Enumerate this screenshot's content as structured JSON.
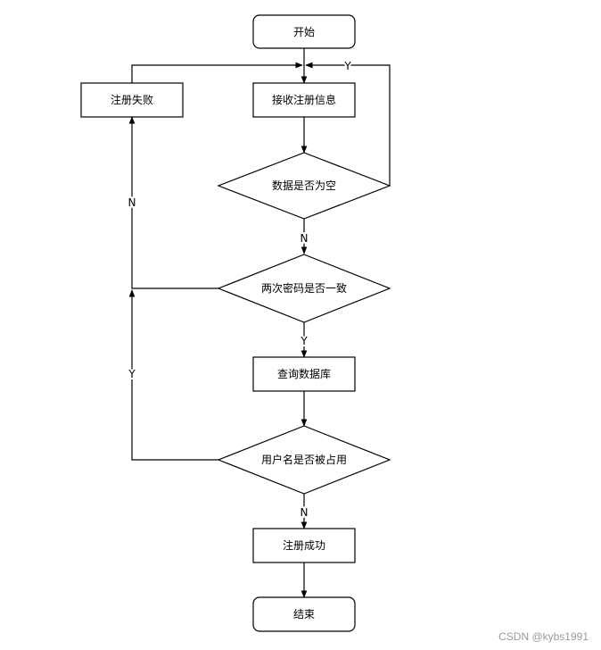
{
  "nodes": {
    "start": "开始",
    "receive": "接收注册信息",
    "fail": "注册失败",
    "empty_check": "数据是否为空",
    "pwd_check": "两次密码是否一致",
    "query_db": "查询数据库",
    "user_check": "用户名是否被占用",
    "success": "注册成功",
    "end": "结束"
  },
  "edges": {
    "empty_yes": "Y",
    "empty_no": "N",
    "pwd_yes": "Y",
    "pwd_no": "N",
    "user_yes": "Y",
    "user_no": "N"
  },
  "watermark": "CSDN @kybs1991"
}
